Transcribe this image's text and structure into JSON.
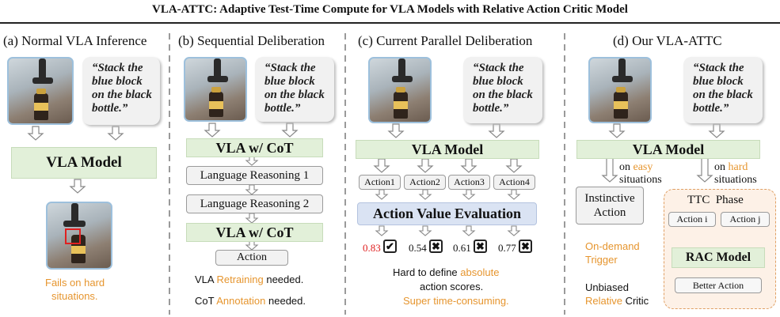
{
  "title": "VLA-ATTC: Adaptive Test-Time Compute for VLA Models with Relative Action Critic Model",
  "panels": {
    "a": {
      "title": "(a) Normal VLA Inference",
      "instruction": "“Stack the blue block on the black bottle.”",
      "model": "VLA Model",
      "fail_line1": "Fails on hard",
      "fail_line2": "situations."
    },
    "b": {
      "title": "(b) Sequential Deliberation",
      "instruction": "“Stack the blue block on the black bottle.”",
      "model1": "VLA w/ CoT",
      "reason1": "Language Reasoning 1",
      "reason2": "Language Reasoning 2",
      "model2": "VLA w/ CoT",
      "action": "Action",
      "note1_pre": "VLA ",
      "note1_hl": "Retraining",
      "note1_post": " needed.",
      "note2_pre": "CoT ",
      "note2_hl": "Annotation",
      "note2_post": " needed."
    },
    "c": {
      "title": "(c) Current Parallel Deliberation",
      "instruction": "“Stack the blue block on the black bottle.”",
      "model": "VLA Model",
      "actions": [
        "Action1",
        "Action2",
        "Action3",
        "Action4"
      ],
      "evaluation": "Action Value Evaluation",
      "scores": [
        "0.83",
        "0.54",
        "0.61",
        "0.77"
      ],
      "marks": [
        "✔",
        "✖",
        "✖",
        "✖"
      ],
      "note1_pre": "Hard to define ",
      "note1_hl": "absolute",
      "note2": "action scores.",
      "note3": "Super time-consuming."
    },
    "d": {
      "title": "(d) Our VLA-ATTC",
      "instruction": "“Stack the blue block on the black bottle.”",
      "model": "VLA Model",
      "easy_pre": "on ",
      "easy_hl": "easy",
      "easy_post": "situations",
      "hard_pre": "on ",
      "hard_hl": "hard",
      "hard_post": "situations",
      "instinct1": "Instinctive",
      "instinct2": "Action",
      "ttc": "TTC  Phase",
      "action_i": "Action i",
      "action_j": "Action j",
      "rac": "RAC Model",
      "better": "Better Action",
      "trigger1": "On-demand",
      "trigger2": "Trigger",
      "critic1": "Unbiased",
      "critic2_hl": "Relative",
      "critic2_post": " Critic"
    }
  }
}
